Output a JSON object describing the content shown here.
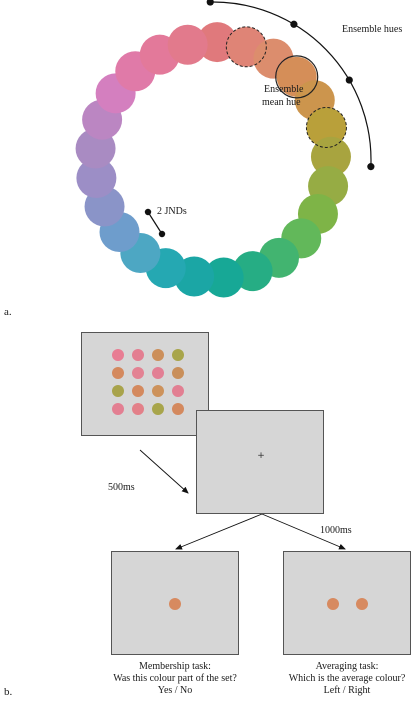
{
  "panel_a": {
    "letter": "a.",
    "labels": {
      "ensemble_hues": "Ensemble hues",
      "ensemble_mean_line1": "Ensemble",
      "ensemble_mean_line2": "mean hue",
      "jnds": "2 JNDs"
    },
    "wheel_colors": [
      "#e0797c",
      "#df8476",
      "#dc8d6d",
      "#d58e58",
      "#cc954d",
      "#b9a03a",
      "#a8a43f",
      "#96ac44",
      "#7eb447",
      "#62b85a",
      "#42b470",
      "#26ad84",
      "#17a896",
      "#1ba6a5",
      "#25a8b2",
      "#4da7c3",
      "#6e9dcc",
      "#8a94c8",
      "#9c8ec6",
      "#a98bc2",
      "#bb86c2",
      "#d47fbf",
      "#e07aa8",
      "#e3799a",
      "#e27a8c"
    ]
  },
  "panel_b": {
    "letter": "b.",
    "timing_1": "500ms",
    "timing_2": "1000ms",
    "fixation": "+",
    "stimulus_grid": [
      [
        "#e87d93",
        "#e37e91",
        "#cc8f5a",
        "#a8a54a"
      ],
      [
        "#d4895e",
        "#e38293",
        "#e27f94",
        "#c98f5a"
      ],
      [
        "#a8a34b",
        "#d4895e",
        "#cd925b",
        "#e27f92"
      ],
      [
        "#e37f92",
        "#e38089",
        "#a8a54b",
        "#d4895e"
      ]
    ],
    "probe_color": "#d78a60",
    "membership_task": {
      "title": "Membership task:",
      "question": "Was this colour part of the set?",
      "response": "Yes / No"
    },
    "averaging_task": {
      "title": "Averaging task:",
      "question": "Which is the average colour?",
      "response": "Left / Right"
    },
    "screen_color": "#d6d6d6"
  }
}
